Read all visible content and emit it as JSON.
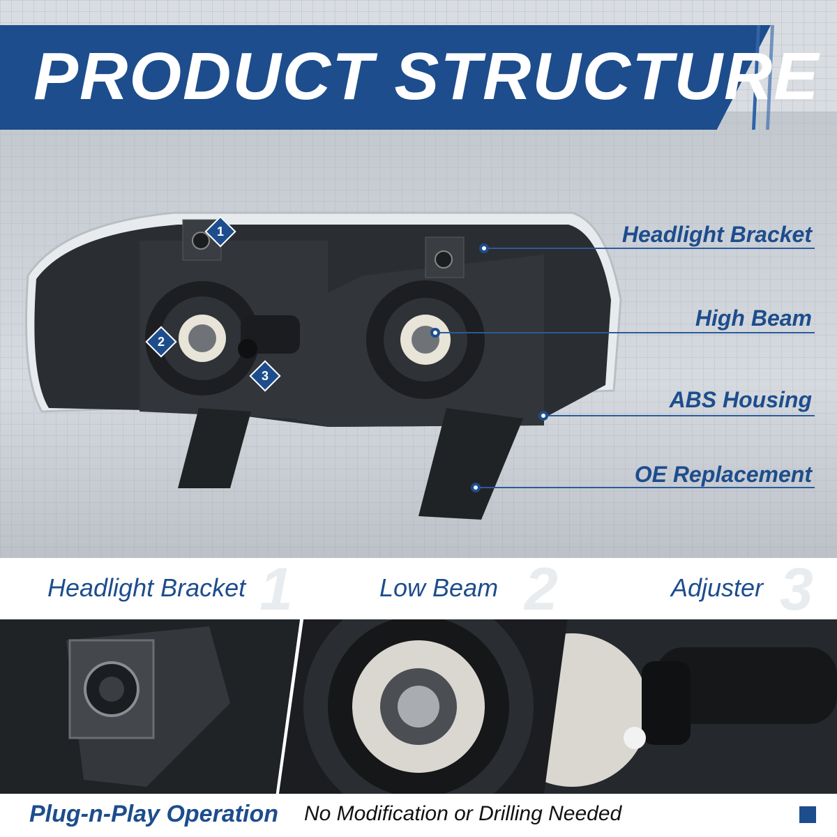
{
  "banner": {
    "title": "PRODUCT STRUCTURE"
  },
  "callouts": [
    {
      "label": "Headlight Bracket"
    },
    {
      "label": "High Beam"
    },
    {
      "label": "ABS Housing"
    },
    {
      "label": "OE Replacement"
    }
  ],
  "badges": [
    "1",
    "2",
    "3"
  ],
  "details": [
    {
      "label": "Headlight Bracket",
      "number": "1"
    },
    {
      "label": "Low Beam",
      "number": "2"
    },
    {
      "label": "Adjuster",
      "number": "3"
    }
  ],
  "footer": {
    "strong": "Plug-n-Play Operation",
    "rest": "No Modification or Drilling Needed"
  },
  "colors": {
    "brand_blue": "#1d4d8c",
    "housing": "#2a2d31"
  }
}
